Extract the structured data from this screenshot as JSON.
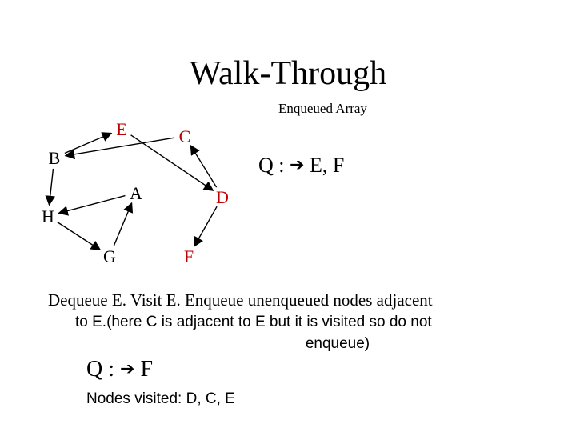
{
  "title": "Walk-Through",
  "enqueued_label": "Enqueued Array",
  "queue_top": {
    "prefix": "Q :",
    "arrow": "➔",
    "items": "E, F"
  },
  "description": {
    "line1": "Dequeue E.  Visit E. Enqueue unenqueued nodes adjacent",
    "line2": "to E.(here C is adjacent to  E but it is visited so do not",
    "line3": "enqueue)"
  },
  "queue_bottom": {
    "prefix": "Q :",
    "arrow": "➔",
    "items": "F"
  },
  "visited": "Nodes visited: D, C, E",
  "graph": {
    "node_color": "#000000",
    "nodes": [
      {
        "id": "E",
        "label": "E",
        "color": "#c00000"
      },
      {
        "id": "C",
        "label": "C",
        "color": "#c00000"
      },
      {
        "id": "B",
        "label": "B",
        "color": "#000000"
      },
      {
        "id": "A",
        "label": "A",
        "color": "#000000"
      },
      {
        "id": "D",
        "label": "D",
        "color": "#c00000"
      },
      {
        "id": "H",
        "label": "H",
        "color": "#000000"
      },
      {
        "id": "G",
        "label": "G",
        "color": "#000000"
      },
      {
        "id": "F",
        "label": "F",
        "color": "#c00000"
      }
    ],
    "edges": [
      {
        "from": "B",
        "to": "E"
      },
      {
        "from": "E",
        "to": "D"
      },
      {
        "from": "C",
        "to": "B"
      },
      {
        "from": "D",
        "to": "C"
      },
      {
        "from": "B",
        "to": "H"
      },
      {
        "from": "A",
        "to": "H"
      },
      {
        "from": "H",
        "to": "G"
      },
      {
        "from": "G",
        "to": "A"
      },
      {
        "from": "D",
        "to": "F"
      }
    ]
  }
}
